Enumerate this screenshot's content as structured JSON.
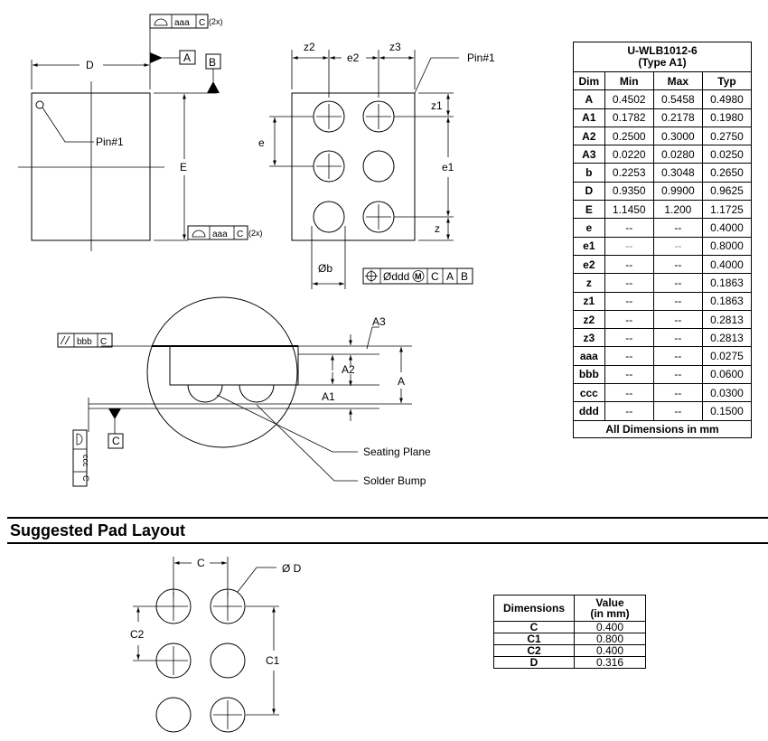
{
  "package_table": {
    "title_line1": "U-WLB1012-6",
    "title_line2": "(Type A1)",
    "headers": [
      "Dim",
      "Min",
      "Max",
      "Typ"
    ],
    "rows": [
      [
        "A",
        "0.4502",
        "0.5458",
        "0.4980"
      ],
      [
        "A1",
        "0.1782",
        "0.2178",
        "0.1980"
      ],
      [
        "A2",
        "0.2500",
        "0.3000",
        "0.2750"
      ],
      [
        "A3",
        "0.0220",
        "0.0280",
        "0.0250"
      ],
      [
        "b",
        "0.2253",
        "0.3048",
        "0.2650"
      ],
      [
        "D",
        "0.9350",
        "0.9900",
        "0.9625"
      ],
      [
        "E",
        "1.1450",
        "1.200",
        "1.1725"
      ],
      [
        "e",
        "--",
        "--",
        "0.4000"
      ],
      [
        "e1",
        "--",
        "--",
        "0.8000"
      ],
      [
        "e2",
        "--",
        "--",
        "0.4000"
      ],
      [
        "z",
        "--",
        "--",
        "0.1863"
      ],
      [
        "z1",
        "--",
        "--",
        "0.1863"
      ],
      [
        "z2",
        "--",
        "--",
        "0.2813"
      ],
      [
        "z3",
        "--",
        "--",
        "0.2813"
      ],
      [
        "aaa",
        "--",
        "--",
        "0.0275"
      ],
      [
        "bbb",
        "--",
        "--",
        "0.0600"
      ],
      [
        "ccc",
        "--",
        "--",
        "0.0300"
      ],
      [
        "ddd",
        "--",
        "--",
        "0.1500"
      ]
    ],
    "footer": "All Dimensions in mm"
  },
  "section_title": "Suggested Pad Layout",
  "pad_table": {
    "header_dim": "Dimensions",
    "header_val_1": "Value",
    "header_val_2": "(in mm)",
    "rows": [
      [
        "C",
        "0.400"
      ],
      [
        "C1",
        "0.800"
      ],
      [
        "C2",
        "0.400"
      ],
      [
        "D",
        "0.316"
      ]
    ]
  },
  "top_view": {
    "dim_D": "D",
    "dim_E": "E",
    "pin1": "Pin#1",
    "datum_A": "A",
    "datum_B": "B",
    "tol_aaa": "aaa",
    "tol_C": "C",
    "tol_2x": "(2x)"
  },
  "bottom_view": {
    "z2": "z2",
    "e2": "e2",
    "z3": "z3",
    "z1": "z1",
    "e": "e",
    "e1": "e1",
    "z": "z",
    "pin1": "Pin#1",
    "phi_b": "Øb",
    "fcf_ddd": "Øddd",
    "fcf_M": "M",
    "fcf_C": "C",
    "fcf_A": "A",
    "fcf_B": "B"
  },
  "side_view": {
    "A3": "A3",
    "A2": "A2",
    "A1": "A1",
    "A": "A",
    "bbb": "bbb",
    "bbb_C": "C",
    "datum_C": "C",
    "ccc": "ccc",
    "ccc_C": "C",
    "seating_plane": "Seating Plane",
    "solder_bump": "Solder Bump"
  },
  "pad_layout": {
    "C": "C",
    "phi_D": "Ø D",
    "C2": "C2",
    "C1": "C1"
  }
}
